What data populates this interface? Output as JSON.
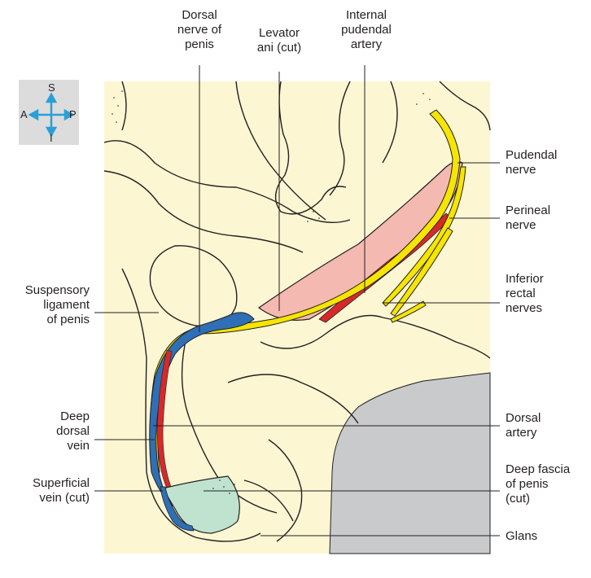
{
  "orientation": {
    "superior": "S",
    "inferior": "I",
    "anterior": "A",
    "posterior": "P"
  },
  "colors": {
    "background": "#fdf6d3",
    "nerve": "#f6e500",
    "artery": "#d62a2a",
    "vein": "#2f6fb5",
    "muscle_cut": "#f4b9b0",
    "fascia_cut": "#bfe3cf",
    "region_grey": "#c9cacc",
    "line": "#231f20"
  },
  "labels": {
    "dorsal_nerve": "Dorsal\nnerve of\npenis",
    "levator_ani": "Levator\nani (cut)",
    "internal_pudendal": "Internal\npudendal\nartery",
    "pudendal_nerve": "Pudendal\nnerve",
    "perineal_nerve": "Perineal\nnerve",
    "inferior_rectal": "Inferior\nrectal\nnerves",
    "suspensory": "Suspensory\nligament\nof penis",
    "dorsal_artery": "Dorsal\nartery",
    "deep_dorsal_vein": "Deep\ndorsal\nvein",
    "superficial_vein": "Superficial\nvein (cut)",
    "deep_fascia": "Deep fascia\nof penis\n(cut)",
    "glans": "Glans"
  }
}
